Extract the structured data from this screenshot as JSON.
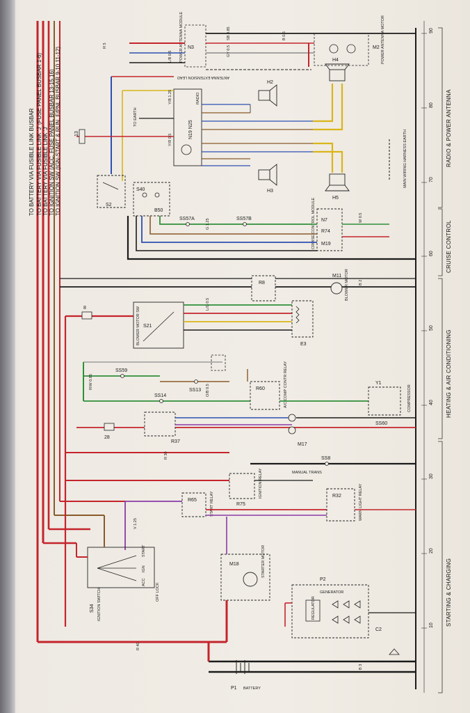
{
  "supply_lines": [
    "TO BATTERY VIA FUSIBLE LINK BUSBAR",
    "TO BATTERY VIA FUSIBLE LINK 'J' (FUSE PANEL BUSBAR 1-6)",
    "TO BATTERY VIA FUSIBLE LINK 'J'",
    "TO IGNITION SW (ACC. FUSE PANEL BUSBAR 13-15,16)",
    "TO IGNITION SW (IGN-START & RUN, F/PNL BUSBAR 9-10,11-12)"
  ],
  "sections": [
    "RADIO & POWER ANTENNA",
    "CRUISE CONTROL",
    "HEATING & AIR CONDITIONING",
    "STARTING & CHARGING"
  ],
  "scale": [
    "90",
    "80",
    "70",
    "60",
    "50",
    "40",
    "30",
    "20",
    "10"
  ],
  "components": {
    "n3": "N3",
    "power_antenna_module": "POWER ANTENNA MODULE",
    "m2": "M2",
    "power_antenna_motor": "POWER ANTENNA MOTOR",
    "h2": "H2",
    "h4": "H4",
    "h3": "H3",
    "h5": "H5",
    "radio": "N19 N25",
    "radio_name": "RADIO",
    "s2": "S2",
    "s40": "S40",
    "b50": "B50",
    "n7": "N7",
    "r74": "R74",
    "m19": "M19",
    "cruise_module": "CRUISE CONTROL MODULE",
    "ss57a": "SS57A",
    "ss57b": "SS57B",
    "r8": "R8",
    "m11": "M11",
    "blower_motor": "BLOWER MOTOR",
    "s21": "S21",
    "blower_sw": "BLOWER MOTOR SW",
    "e3": "E3",
    "ss59": "SS59",
    "ss14": "SS14",
    "ss13": "SS13",
    "r60": "R60",
    "ac_comp_relay": "A/C COMP CONTR RELAY",
    "y1": "Y1",
    "compressor": "COMPRESSOR",
    "ss60": "SS60",
    "r37": "R37",
    "m17": "M17",
    "ss8": "SS8",
    "manual_trans": "MANUAL TRANS",
    "r75": "R75",
    "ignition_relay": "IGNITION RELAY",
    "r65": "R65",
    "start_relay": "START RELAY",
    "r32": "R32",
    "warn_light_relay": "WARN LIGHT RELAY",
    "s34": "S34",
    "ignition_switch": "IGNITION SWITCH",
    "off_lock": "OFF LOCK",
    "acc": "ACC",
    "ign": "IGN",
    "start": "START",
    "m18": "M18",
    "starter_motor": "STARTER MOTOR",
    "p2": "P2",
    "generator": "GENERATOR",
    "regulator": "REGULATOR",
    "c2": "C2",
    "p1": "P1",
    "battery": "BATTERY",
    "f13": "13",
    "f28": "28",
    "f8": "8"
  },
  "notes": {
    "antenna_ext": "ANTENNA EXTENSION LEAD",
    "main_harness_earth": "MAIN WIRING HARNESS EARTH",
    "to_earth": "TO EARTH"
  },
  "wire_labels": {
    "w1": "R 5",
    "w2": "Y/B 1.25",
    "w3": "L/B 0.5",
    "w4": "SB 0.85",
    "w5": "GY 0.5",
    "w6": "B 0.5",
    "w7": "Y/R 0.5",
    "w8": "G 1.25",
    "w9": "R/W 0.85",
    "w10": "O/B 0.5",
    "w11": "B 2",
    "w12": "R 30",
    "w13": "W 0.5",
    "w14": "V 1.25",
    "w15": "L/G 0.5",
    "w16": "B 3",
    "w17": "R 40"
  },
  "colors": {
    "red": "#c4242c",
    "black": "#1b1b1b",
    "blue": "#2d4fb0",
    "green": "#2f8f3a",
    "yellow": "#d9b51a",
    "brown": "#8a5a2a",
    "purple": "#8a3aa6",
    "grey": "#8c8c8c",
    "orange": "#d67a1a"
  }
}
